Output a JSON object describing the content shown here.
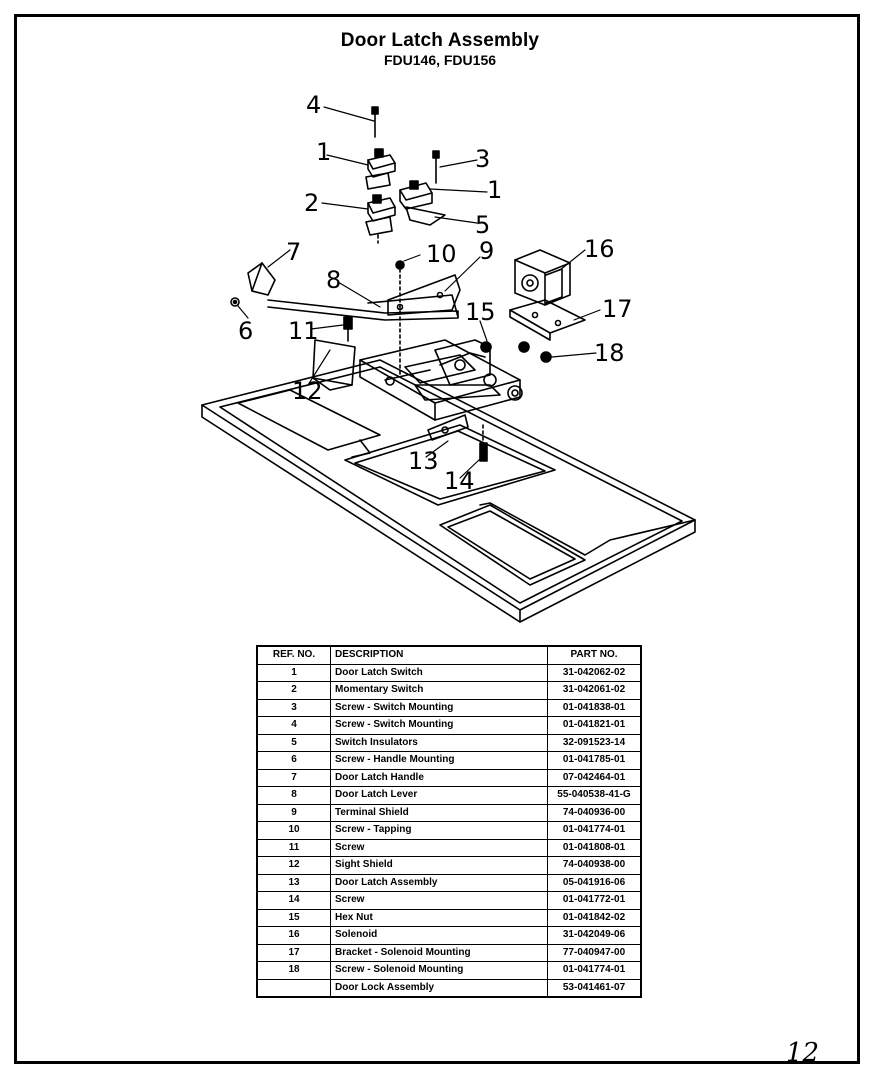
{
  "title": "Door Latch Assembly",
  "subtitle": "FDU146, FDU156",
  "callouts": [
    "4",
    "1",
    "3",
    "1",
    "2",
    "5",
    "7",
    "10",
    "9",
    "16",
    "8",
    "6",
    "11",
    "15",
    "17",
    "18",
    "12",
    "13",
    "14"
  ],
  "table": {
    "headers": {
      "ref": "REF. NO.",
      "description": "DESCRIPTION",
      "part": "PART NO."
    },
    "rows": [
      {
        "ref": "1",
        "description": "Door Latch Switch",
        "part": "31-042062-02"
      },
      {
        "ref": "2",
        "description": "Momentary Switch",
        "part": "31-042061-02"
      },
      {
        "ref": "3",
        "description": "Screw - Switch Mounting",
        "part": "01-041838-01"
      },
      {
        "ref": "4",
        "description": "Screw - Switch Mounting",
        "part": "01-041821-01"
      },
      {
        "ref": "5",
        "description": "Switch Insulators",
        "part": "32-091523-14"
      },
      {
        "ref": "6",
        "description": "Screw - Handle Mounting",
        "part": "01-041785-01"
      },
      {
        "ref": "7",
        "description": "Door Latch Handle",
        "part": "07-042464-01"
      },
      {
        "ref": "8",
        "description": "Door Latch Lever",
        "part": "55-040538-41-G"
      },
      {
        "ref": "9",
        "description": "Terminal Shield",
        "part": "74-040936-00"
      },
      {
        "ref": "10",
        "description": "Screw - Tapping",
        "part": "01-041774-01"
      },
      {
        "ref": "11",
        "description": "Screw",
        "part": "01-041808-01"
      },
      {
        "ref": "12",
        "description": "Sight Shield",
        "part": "74-040938-00"
      },
      {
        "ref": "13",
        "description": "Door Latch Assembly",
        "part": "05-041916-06"
      },
      {
        "ref": "14",
        "description": "Screw",
        "part": "01-041772-01"
      },
      {
        "ref": "15",
        "description": "Hex Nut",
        "part": "01-041842-02"
      },
      {
        "ref": "16",
        "description": "Solenoid",
        "part": "31-042049-06"
      },
      {
        "ref": "17",
        "description": "Bracket - Solenoid Mounting",
        "part": "77-040947-00"
      },
      {
        "ref": "18",
        "description": "Screw - Solenoid Mounting",
        "part": "01-041774-01"
      },
      {
        "ref": "",
        "description": "Door Lock Assembly",
        "part": "53-041461-07"
      }
    ]
  },
  "page_number": "12"
}
